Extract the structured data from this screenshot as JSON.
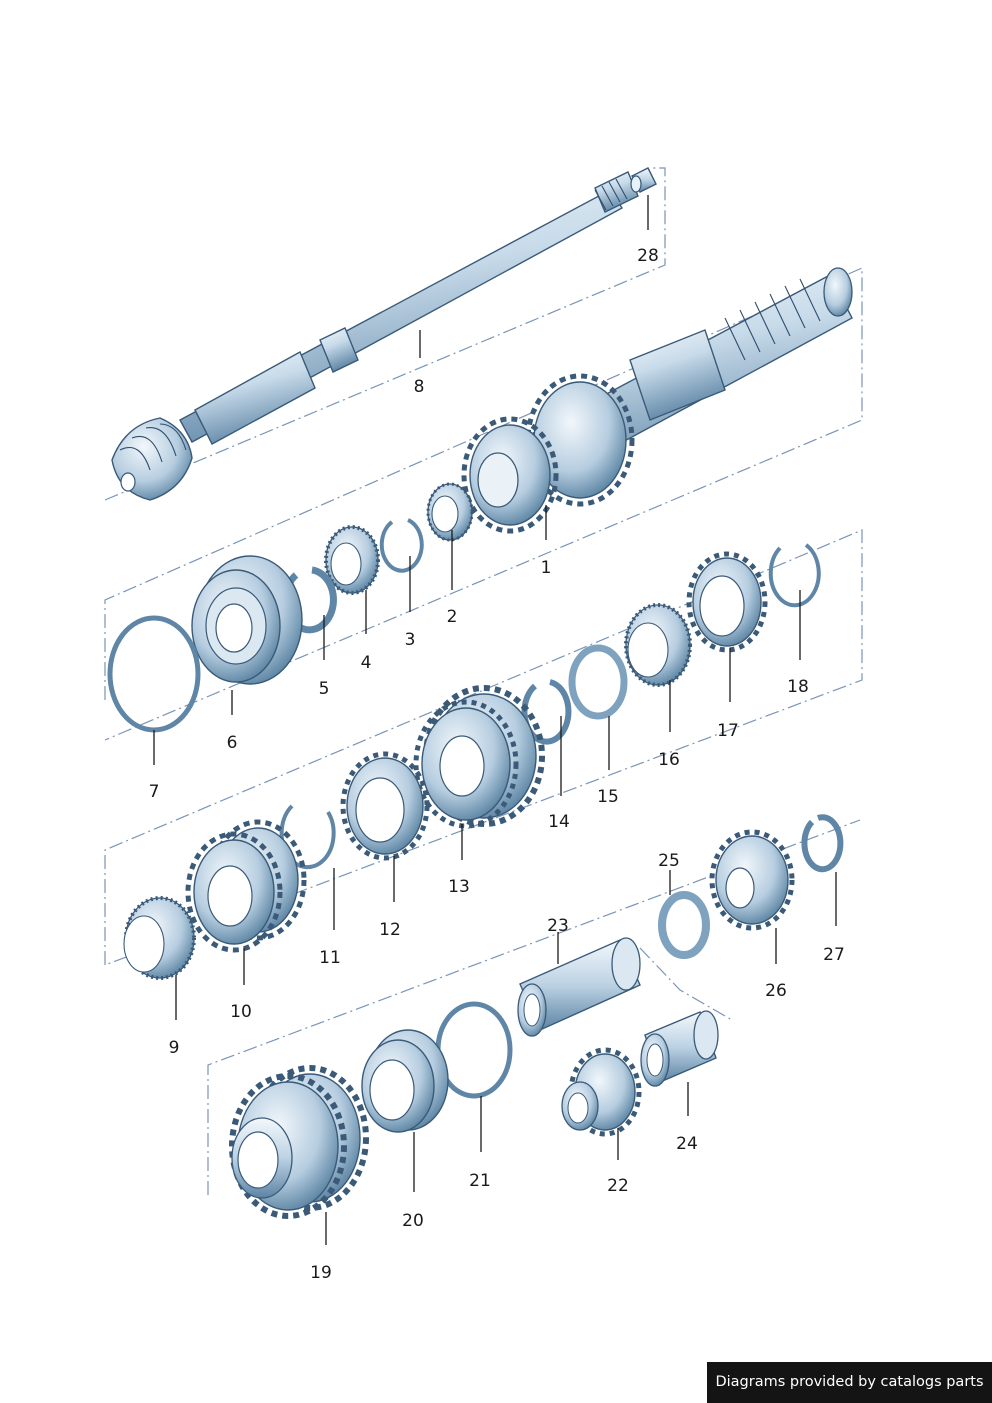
{
  "parts": [
    {
      "number": "1",
      "name": "gear-cluster-on-mainshaft"
    },
    {
      "number": "2",
      "name": "needle-bearing-2"
    },
    {
      "number": "3",
      "name": "snap-ring-3"
    },
    {
      "number": "4",
      "name": "needle-bearing-4"
    },
    {
      "number": "5",
      "name": "circlip-5"
    },
    {
      "number": "6",
      "name": "ball-bearing-6"
    },
    {
      "number": "7",
      "name": "retaining-ring-7"
    },
    {
      "number": "8",
      "name": "pinion-shaft-8"
    },
    {
      "number": "9",
      "name": "needle-bearing-9"
    },
    {
      "number": "10",
      "name": "gear-10"
    },
    {
      "number": "11",
      "name": "snap-ring-11"
    },
    {
      "number": "12",
      "name": "synchronizer-ring-12"
    },
    {
      "number": "13",
      "name": "synchronizer-hub-13"
    },
    {
      "number": "14",
      "name": "circlip-14"
    },
    {
      "number": "15",
      "name": "washer-15"
    },
    {
      "number": "16",
      "name": "needle-bearing-16"
    },
    {
      "number": "17",
      "name": "synchronizer-ring-17"
    },
    {
      "number": "18",
      "name": "snap-ring-18"
    },
    {
      "number": "19",
      "name": "gear-19"
    },
    {
      "number": "20",
      "name": "bearing-race-20"
    },
    {
      "number": "21",
      "name": "retaining-ring-21"
    },
    {
      "number": "22",
      "name": "gear-22"
    },
    {
      "number": "23",
      "name": "sleeve-23"
    },
    {
      "number": "24",
      "name": "sleeve-24"
    },
    {
      "number": "25",
      "name": "washer-25"
    },
    {
      "number": "26",
      "name": "gear-26"
    },
    {
      "number": "27",
      "name": "circlip-27"
    },
    {
      "number": "28",
      "name": "bush-28"
    }
  ],
  "credit": "Diagrams provided by catalogs parts",
  "colors": {
    "metal_light": "#e8f1f8",
    "metal_mid": "#a9c4da",
    "metal_dark": "#4d7393",
    "outline": "#2f4e6c",
    "dash": "#7a95b5",
    "credit_bg": "#141414"
  }
}
